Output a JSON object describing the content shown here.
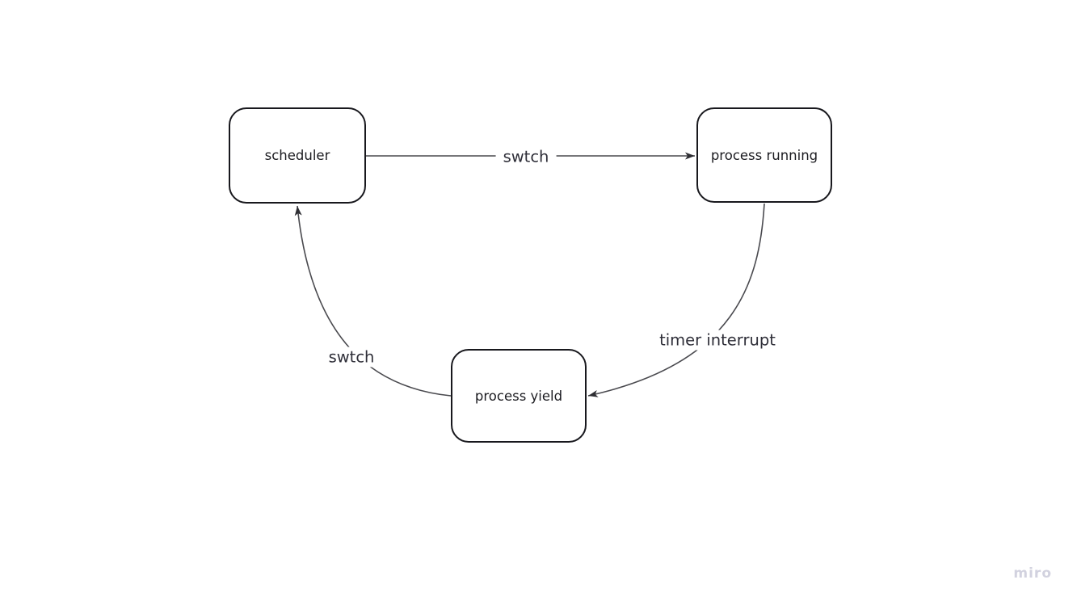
{
  "diagram": {
    "nodes": [
      {
        "id": "scheduler",
        "label": "scheduler"
      },
      {
        "id": "process-running",
        "label": "process running"
      },
      {
        "id": "process-yield",
        "label": "process yield"
      }
    ],
    "edges": [
      {
        "from": "scheduler",
        "to": "process-running",
        "label": "swtch"
      },
      {
        "from": "process-running",
        "to": "process-yield",
        "label": "timer interrupt"
      },
      {
        "from": "process-yield",
        "to": "scheduler",
        "label": "swtch"
      }
    ],
    "colors": {
      "background": "#ffffff",
      "node_border": "#18181d",
      "node_text": "#1c1c21",
      "connector": "#4a4a4f",
      "arrowhead": "#2e2e33",
      "edge_label_text": "#2e2e38",
      "watermark": "#d2d2df"
    }
  },
  "watermark": {
    "label": "miro"
  }
}
